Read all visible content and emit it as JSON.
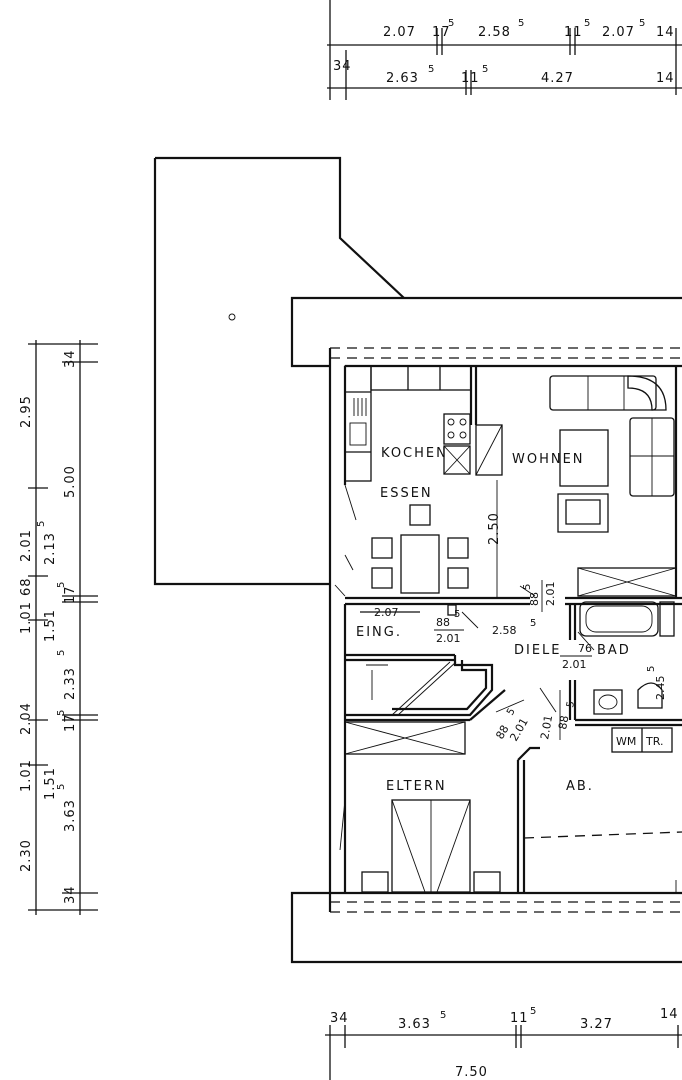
{
  "top_dims": {
    "row1": [
      "2.07",
      "17",
      "5",
      "2.58",
      "5",
      "11",
      "5",
      "2.07",
      "5",
      "14"
    ],
    "row2": [
      "34",
      "2.63",
      "5",
      "11",
      "5",
      "4.27",
      "14"
    ]
  },
  "left_dims": {
    "outer": [
      "34",
      "2.95",
      "2.01",
      "1.01",
      "68",
      "2.04",
      "1.01",
      "2.30",
      "34"
    ],
    "middle": [
      "5.00",
      "2.13",
      "5",
      "1.51",
      "17",
      "5",
      "2.33",
      "5",
      "17",
      "5",
      "1.51",
      "3.63",
      "5"
    ]
  },
  "bottom_dims": {
    "row1": [
      "34",
      "3.63",
      "5",
      "11",
      "5",
      "3.27",
      "14"
    ],
    "total": "7.50"
  },
  "rooms": {
    "kochen": "KOCHEN",
    "essen": "ESSEN",
    "wohnen": "WOHNEN",
    "eing": "EING.",
    "diele": "DIELE",
    "bad": "BAD",
    "eltern": "ELTERN",
    "ab": "AB.",
    "wm": "WM",
    "tr": "TR."
  },
  "door_dims": {
    "essen_h": "2.50",
    "eing_w": "2.07",
    "eing_door": "88",
    "eing_door_sup": "5",
    "eing_door_h": "2.01",
    "diele_w": "2.58",
    "diele_w_sup": "5",
    "wohnen_door": "88",
    "wohnen_door_sup": "5",
    "wohnen_door_h": "2.01",
    "bad_door": "76",
    "bad_door_h": "2.01",
    "bad_dim": "2.45",
    "bad_dim_sup": "5",
    "eltern_door": "88",
    "eltern_door_sup": "5",
    "eltern_door_h": "2.01",
    "ab_door": "88",
    "ab_door_sup": "5",
    "ab_door_h": "2.01"
  }
}
